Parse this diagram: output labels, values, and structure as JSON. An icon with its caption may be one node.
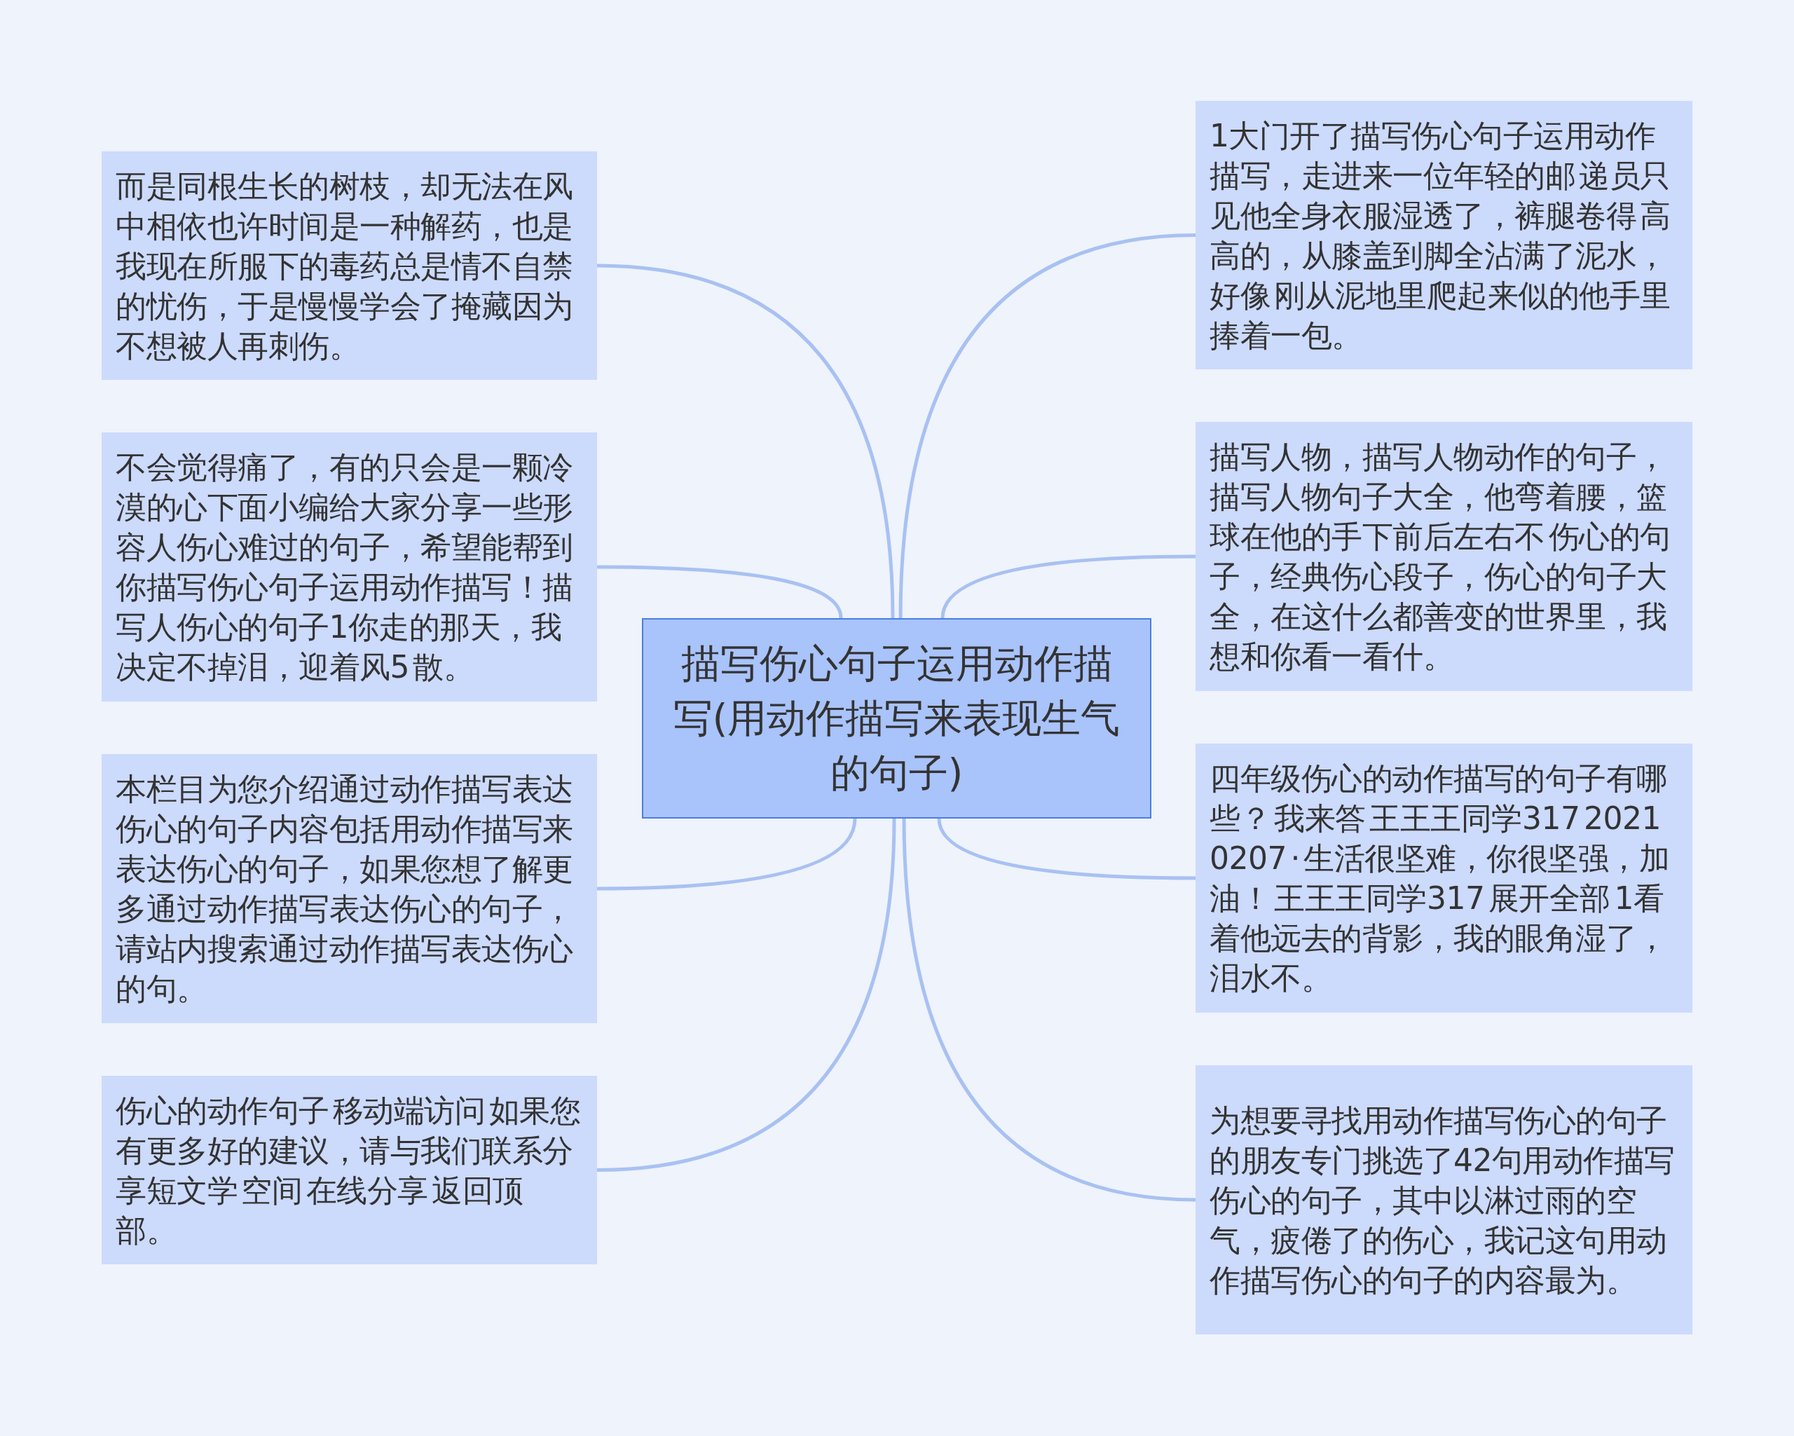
{
  "diagram": {
    "nodes": [
      {
        "text": [
          "描写伤心句子运用动作描写(用动作描写来表现生气的句子)"
        ]
      },
      {
        "text": [
          "而是同根生长的树枝，却无法在风中相依也许时间是一种解药，也是我现在所服下的毒药总是情不自禁的忧伤，于是慢慢学会了掩藏因为不想被人再刺伤。"
        ]
      },
      {
        "text": [
          "不会觉得痛了，有的只会是一颗冷漠的心下面小编给大家分享一些形容人伤心难过的句子，希望能帮到你描写伤心句子运用动作描写！描写人伤心的句子1你走的那天，我决定不掉泪，迎着风5 散。"
        ]
      },
      {
        "text": [
          "本栏目为您介绍通过动作描写表达伤心的句子内容包括用动作描写来表达伤心的句子，如果您想了解更多通过动作描写表达伤心的句子，请站内搜索通过动作描写表达伤心的句。"
        ]
      },
      {
        "text": [
          "伤心的动作句子 移动端访问 如果您有更多好的建议，请与我们联系分享短文学 空间 在线分享 返回顶部。"
        ]
      },
      {
        "text": [
          "1大门开了描写伤心句子运用动作描写，走进来一位年轻的邮 递员只见他全身衣服湿透了，裤腿卷得 高高的，从膝盖到脚全沾满了泥水，好像 刚从泥地里爬起来似的他手里捧着一包。"
        ]
      },
      {
        "text": [
          "描写人物，描写人物动作的句子，描写人物句子大全，他弯着腰，篮球在他的手下前后左右不 伤心的句子，经典伤心段子，伤心的句子大全，在这什么都善变的世界里，我想和你看一看什。"
        ]
      },
      {
        "text": [
          "四年级伤心的动作描写的句子有哪些？ 我来答 王王王同学317 20210207 · 生活很坚难，你很坚强，加油！ 王王王同学317 展开全部 1看着他远去的背影，我的眼角湿了，泪水不。"
        ]
      },
      {
        "text": [
          "为想要寻找用动作描写伤心的句子的朋友专门挑选了42句用动作描写伤心的句子，其中以淋过雨的空气，疲倦了的伤心，我记这句用动作描写伤心的句子的内容最为。"
        ]
      }
    ],
    "edges": [
      {
        "from": 0,
        "to": 1,
        "arrow": "none"
      },
      {
        "from": 0,
        "to": 2,
        "arrow": "none"
      },
      {
        "from": 0,
        "to": 3,
        "arrow": "none"
      },
      {
        "from": 0,
        "to": 4,
        "arrow": "none"
      },
      {
        "from": 0,
        "to": 5,
        "arrow": "none"
      },
      {
        "from": 0,
        "to": 6,
        "arrow": "none"
      },
      {
        "from": 0,
        "to": 7,
        "arrow": "none"
      },
      {
        "from": 0,
        "to": 8,
        "arrow": "none"
      }
    ]
  }
}
